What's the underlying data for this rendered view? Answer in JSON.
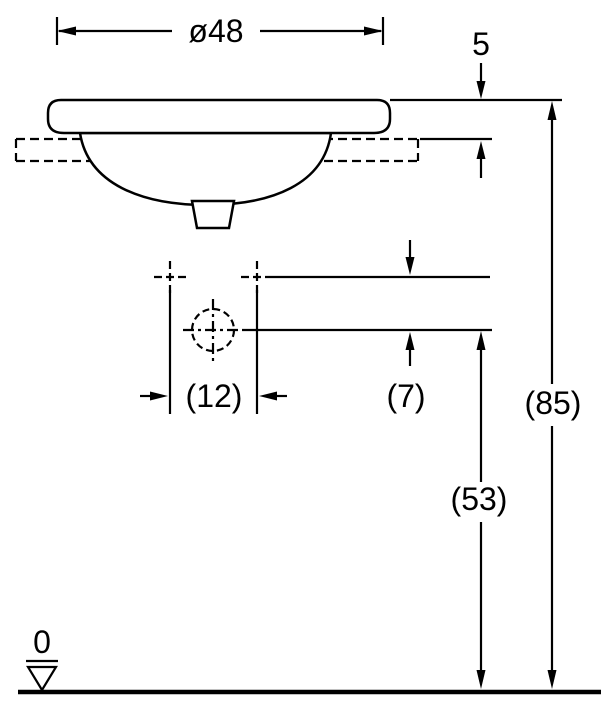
{
  "page": {
    "background": "#ffffff"
  },
  "drawing": {
    "line_color": "#000000",
    "labels": {
      "diameter": "ø48",
      "rim_above_counter": "5",
      "tap_hole_spacing": "(12)",
      "tap_to_outlet": "(7)",
      "overall_height": "(85)",
      "outlet_height": "(53)",
      "datum_zero": "0"
    }
  }
}
